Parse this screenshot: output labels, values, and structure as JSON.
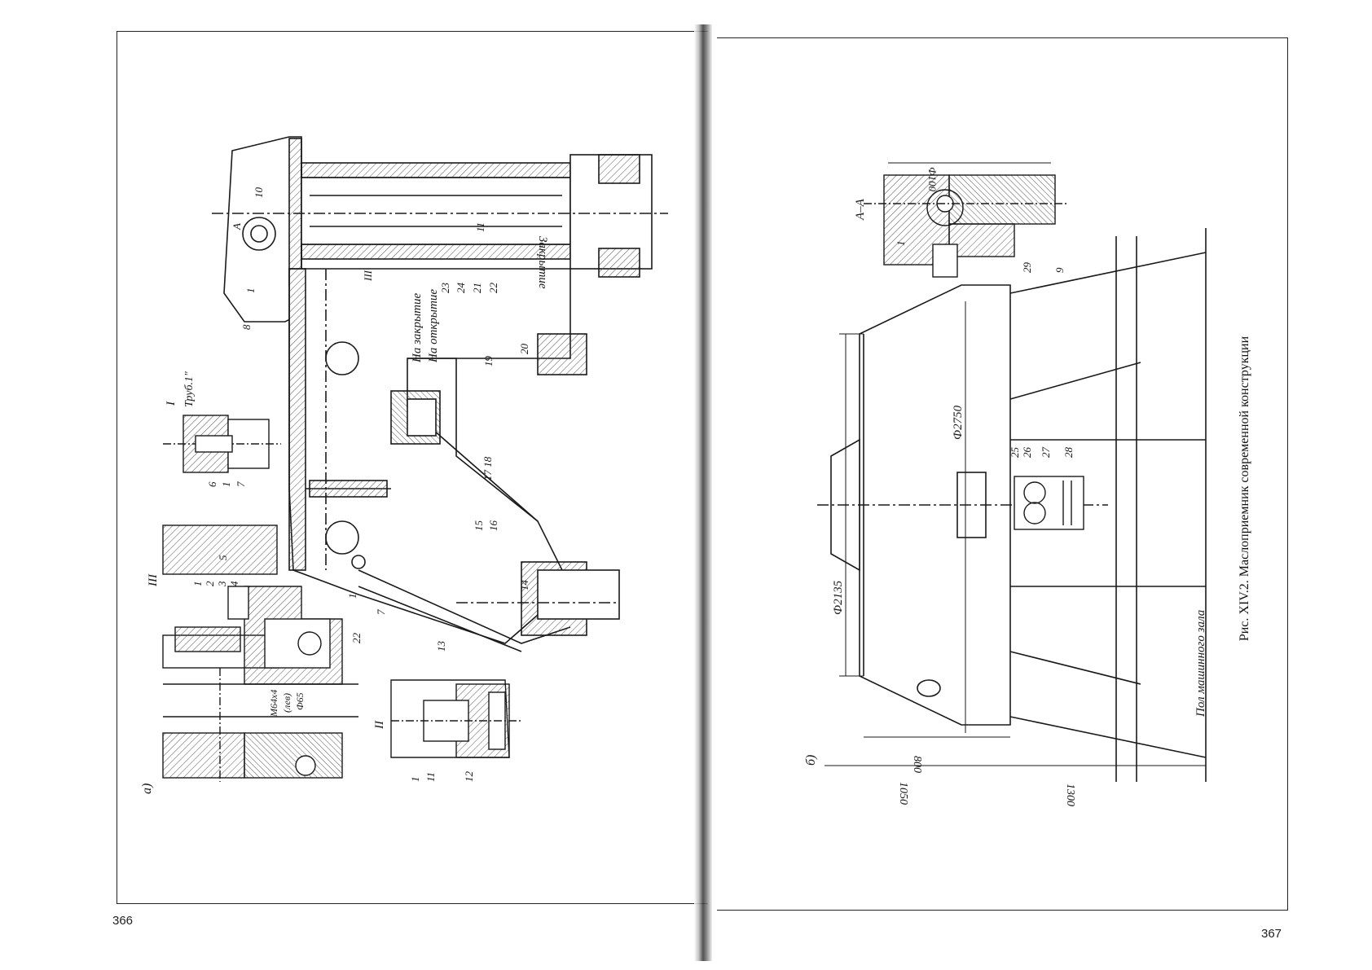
{
  "pages": {
    "left_number": "366",
    "right_number": "367"
  },
  "caption": "Рис. XIV.2. Маслоприемник современной конструкции",
  "labels": {
    "fig_a": "а)",
    "fig_b": "б)",
    "na_zakrytie": "На закрытие",
    "na_otkrytie": "На открытие",
    "zakrytie": "Закрытие",
    "trub": "Труб.1\"",
    "sec_I": "I",
    "sec_II": "II",
    "sec_III": "III",
    "sec_AA": "А–А",
    "arrow_A": "A",
    "m64": "M64x4",
    "lev": "(лев)",
    "d65": "Ф65",
    "d100": "Ф100",
    "d2750": "Ф2750",
    "d2135": "Ф2135",
    "dim800": "800",
    "dim1050": "1050",
    "dim1300": "1300",
    "floor": "Пол машинного зала",
    "n1": "1",
    "n2": "2",
    "n3": "3",
    "n4": "4",
    "n5": "5",
    "n6": "6",
    "n7": "7",
    "n8": "8",
    "n9": "9",
    "n10": "10",
    "n11": "11",
    "n12": "12",
    "n13": "13",
    "n14": "14",
    "n15": "15",
    "n16": "16",
    "n1718": "17 18",
    "n19": "19",
    "n20": "20",
    "n21": "21",
    "n22": "22",
    "n23": "23",
    "n24": "24",
    "n25": "25",
    "n26": "26",
    "n27": "27",
    "n28": "28",
    "n29": "29"
  },
  "colors": {
    "ink": "#1a1a1a",
    "hatch": "#555555",
    "paper": "#ffffff"
  }
}
